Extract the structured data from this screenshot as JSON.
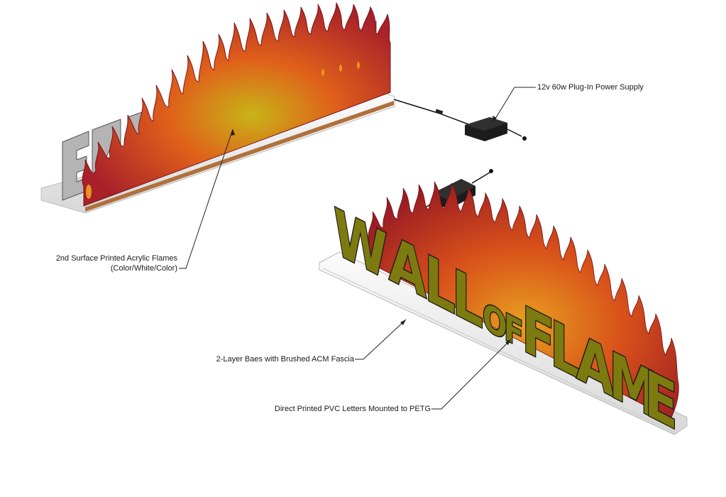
{
  "diagram": {
    "title": "Wall of Flame sign assembly",
    "callouts": {
      "power_supply": "12v 60w Plug-In Power Supply",
      "acrylic_flames_line1": "2nd Surface Printed Acrylic Flames",
      "acrylic_flames_line2": "(Color/White/Color)",
      "base": "2-Layer Baes with Brushed ACM Fascia",
      "letters": "Direct Printed PVC Letters Mounted to PETG"
    },
    "sign_text": "WALL OF FLAME",
    "sign_letters": [
      "W",
      "A",
      "L",
      "L",
      "O",
      "F",
      "F",
      "L",
      "A",
      "M",
      "E"
    ],
    "colors": {
      "flame_dark": "#a8202a",
      "flame_mid": "#e0601a",
      "flame_core": "#c8b418",
      "letter_fill": "#7d7a10",
      "letter_outline": "#1a1a1a",
      "base": "#f2f2f2",
      "wood_edge": "#b0703c",
      "power_supply": "#1c1c1c",
      "back_letters": "#b4b4b4"
    }
  }
}
